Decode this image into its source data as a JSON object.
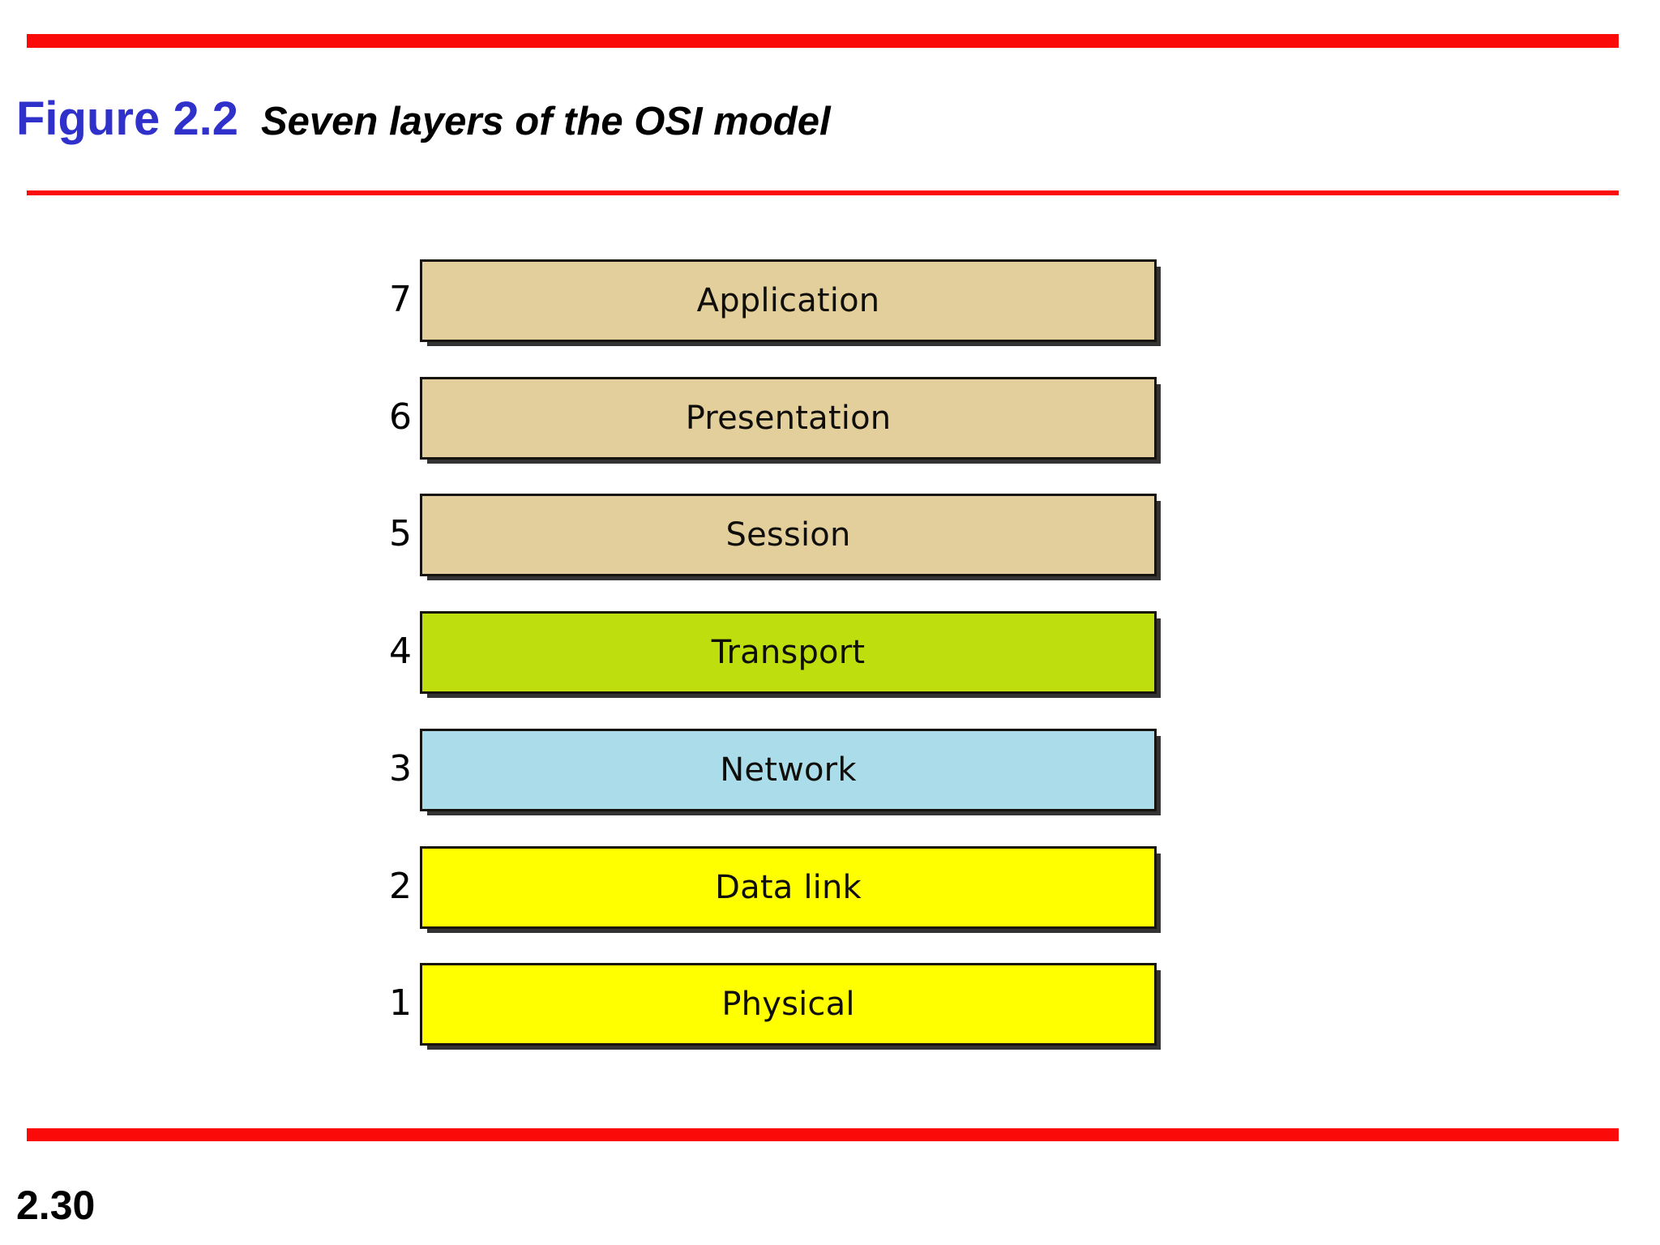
{
  "slide": {
    "background_color": "#FFFFFF",
    "page_number": "2.30"
  },
  "rules": {
    "color": "#FB0A0A",
    "top_thick": true,
    "under_title": true,
    "bottom_thick": true
  },
  "title": {
    "figure_label": "Figure 2.2",
    "figure_label_color": "#3030CB",
    "caption": "Seven layers of the OSI model",
    "caption_color": "#000000"
  },
  "chart_data": {
    "type": "table",
    "title": "Seven layers of the OSI model",
    "xlabel": "",
    "ylabel": "",
    "categories": [
      "7",
      "6",
      "5",
      "4",
      "3",
      "2",
      "1"
    ],
    "values": [
      7,
      6,
      5,
      4,
      3,
      2,
      1
    ],
    "legend": [],
    "grid": false,
    "layers": [
      {
        "number": "7",
        "name": "Application",
        "color": "#E3CF9C",
        "border_color": "#17140F"
      },
      {
        "number": "6",
        "name": "Presentation",
        "color": "#E3CF9C",
        "border_color": "#17140F"
      },
      {
        "number": "5",
        "name": "Session",
        "color": "#E3CF9C",
        "border_color": "#17140F"
      },
      {
        "number": "4",
        "name": "Transport",
        "color": "#BFDE0D",
        "border_color": "#17140F"
      },
      {
        "number": "3",
        "name": "Network",
        "color": "#ABDCE9",
        "border_color": "#17140F"
      },
      {
        "number": "2",
        "name": "Data link",
        "color": "#FFFF00",
        "border_color": "#17140F"
      },
      {
        "number": "1",
        "name": "Physical",
        "color": "#FFFF00",
        "border_color": "#17140F"
      }
    ],
    "shadow_color": "#333333"
  }
}
